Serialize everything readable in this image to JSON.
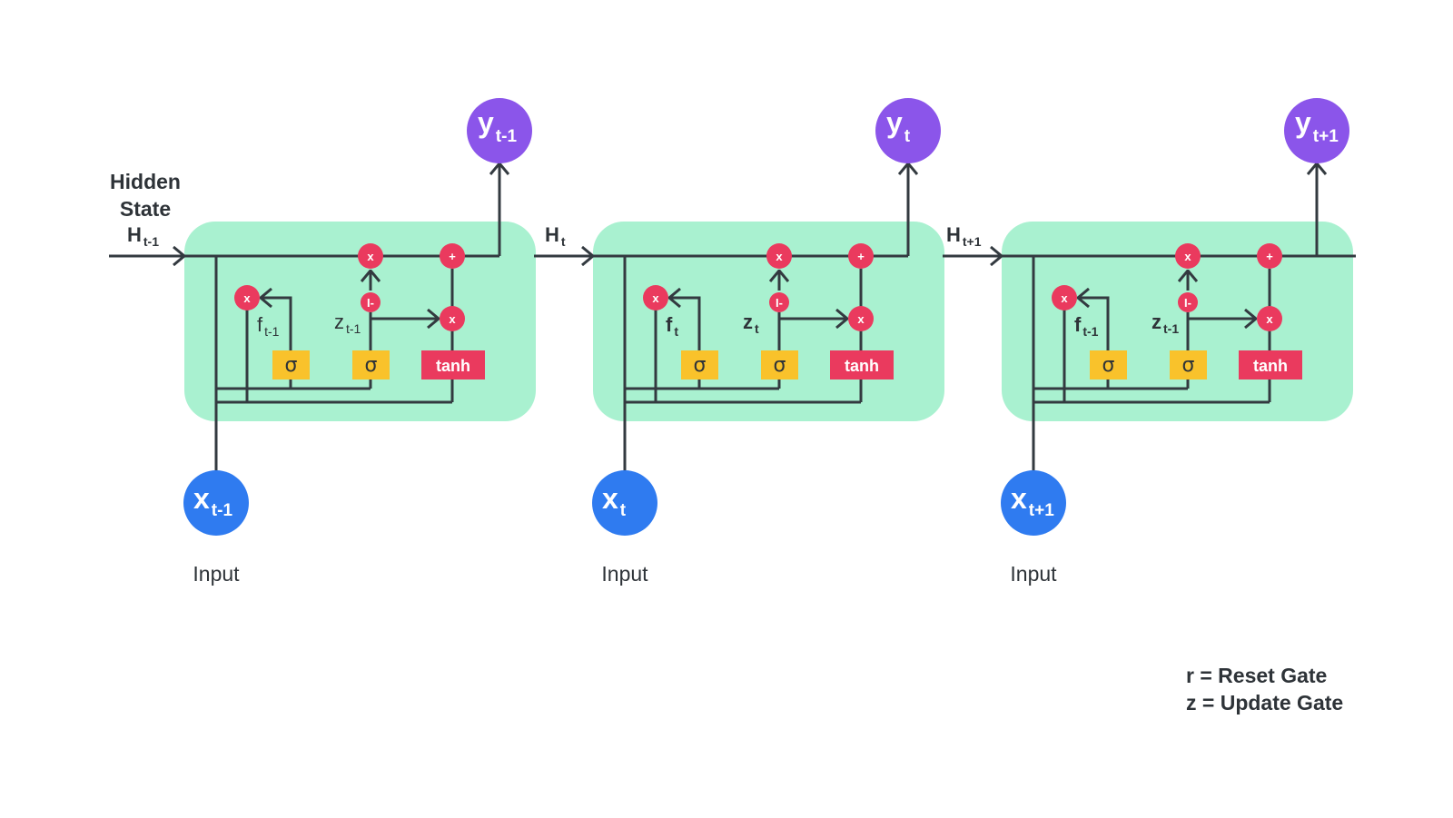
{
  "colors": {
    "cell_fill": "#a9f1d0",
    "line": "#333a40",
    "op_node": "#ea3a5e",
    "sigma_gate": "#f9c22b",
    "tanh_gate": "#ea3a5e",
    "output_node": "#8b55ea",
    "input_node": "#2f7bf0"
  },
  "hidden_state_label": {
    "line1": "Hidden",
    "line2": "State"
  },
  "hidden_labels": [
    {
      "main": "H",
      "sub": "t-1"
    },
    {
      "main": "H",
      "sub": "t"
    },
    {
      "main": "H",
      "sub": "t+1"
    }
  ],
  "cells": [
    {
      "output": {
        "main": "y",
        "sub": "t-1"
      },
      "input": {
        "main": "x",
        "sub": "t-1"
      },
      "input_caption": "Input",
      "f_label": {
        "main": "f",
        "sub": "t-1"
      },
      "z_label": {
        "main": "z",
        "sub": "t-1"
      },
      "ops": {
        "multiply": "x",
        "add": "+",
        "one_minus": "I-"
      },
      "gates": [
        "σ",
        "σ",
        "tanh"
      ]
    },
    {
      "output": {
        "main": "y",
        "sub": "t"
      },
      "input": {
        "main": "x",
        "sub": "t"
      },
      "input_caption": "Input",
      "f_label": {
        "main": "f",
        "sub": "t"
      },
      "z_label": {
        "main": "z",
        "sub": "t"
      },
      "ops": {
        "multiply": "x",
        "add": "+",
        "one_minus": "I-"
      },
      "gates": [
        "σ",
        "σ",
        "tanh"
      ]
    },
    {
      "output": {
        "main": "y",
        "sub": "t+1"
      },
      "input": {
        "main": "x",
        "sub": "t+1"
      },
      "input_caption": "Input",
      "f_label": {
        "main": "f",
        "sub": "t-1"
      },
      "z_label": {
        "main": "z",
        "sub": "t-1"
      },
      "ops": {
        "multiply": "x",
        "add": "+",
        "one_minus": "I-"
      },
      "gates": [
        "σ",
        "σ",
        "tanh"
      ]
    }
  ],
  "legend": [
    "r = Reset Gate",
    "z = Update Gate"
  ]
}
